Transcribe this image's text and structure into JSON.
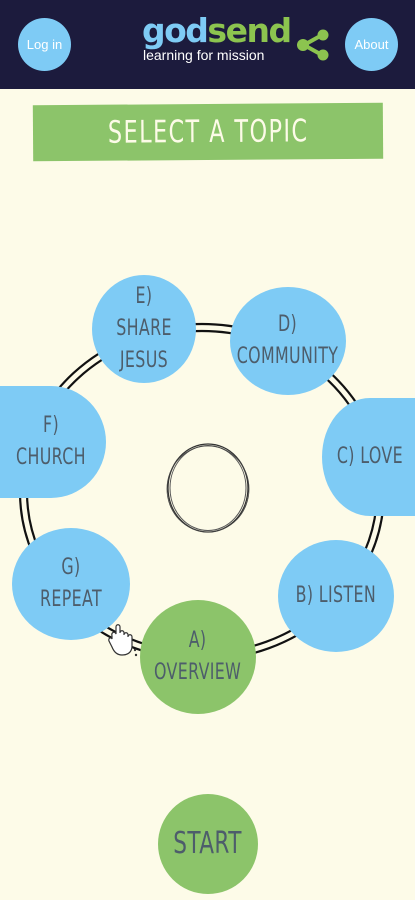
{
  "header": {
    "login_label": "Log in",
    "about_label": "About",
    "logo": {
      "part1": "god",
      "part2": "send",
      "tagline": "learning for mission"
    },
    "share_icon": "share-icon"
  },
  "banner": {
    "title": "SELECT A TOPIC"
  },
  "topics": {
    "a": "A)\nOVERVIEW",
    "b": "B) LISTEN",
    "c": "C) LOVE",
    "d": "D)\nCOMMUNITY",
    "e": "E) SHARE\nJESUS",
    "f": "F) CHURCH",
    "g": "G) REPEAT"
  },
  "start_label": "START",
  "colors": {
    "header_bg": "#1c1b3d",
    "page_bg": "#fdfbe8",
    "blue": "#7ecbf5",
    "green": "#8cc46a",
    "topic_text": "#4d5d6b"
  }
}
